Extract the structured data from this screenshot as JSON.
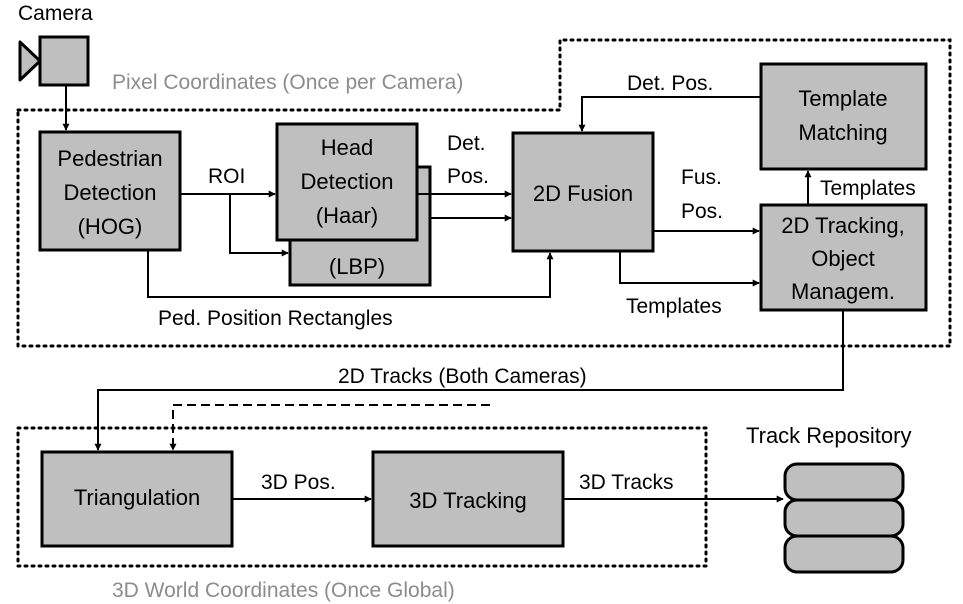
{
  "regions": {
    "pixel": "Pixel Coordinates (Once per Camera)",
    "world": "3D World Coordinates (Once Global)"
  },
  "nodes": {
    "camera": "Camera",
    "pedestrian": [
      "Pedestrian",
      "Detection",
      "(HOG)"
    ],
    "head": [
      "Head",
      "Detection",
      "(Haar)"
    ],
    "lbp": "(LBP)",
    "fusion": "2D Fusion",
    "template": [
      "Template",
      "Matching"
    ],
    "tracking2d": [
      "2D Tracking,",
      "Object",
      "Managem."
    ],
    "triangulation": "Triangulation",
    "tracking3d": "3D Tracking",
    "repository": "Track Repository"
  },
  "edges": {
    "roi": "ROI",
    "det_pos_a": [
      "Det.",
      "Pos."
    ],
    "det_pos_b": "Det. Pos.",
    "fus_pos": [
      "Fus.",
      "Pos."
    ],
    "templates_up": "Templates",
    "templates_low": "Templates",
    "ped_rect": "Ped. Position Rectangles",
    "tracks2d": "2D Tracks (Both Cameras)",
    "pos3d": "3D Pos.",
    "tracks3d": "3D Tracks"
  },
  "colors": {
    "box_fill": "#bfbfbf",
    "stroke": "#000000",
    "region_label": "#8c8c8c"
  }
}
